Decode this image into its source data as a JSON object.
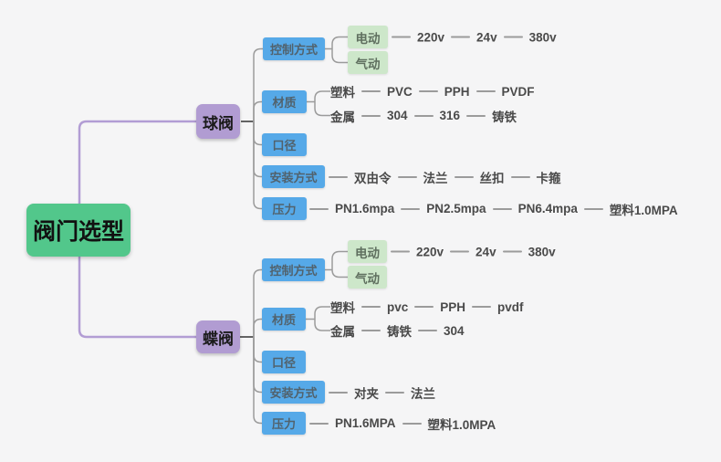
{
  "title": "阀门选型",
  "colors": {
    "background": "#f5f5f6",
    "root_green": "#52c78b",
    "branch_purple": "#b19cd2",
    "category_blue": "#56a9e8",
    "option_light_green": "#cde7ca",
    "connector_gray": "#9b9b9b",
    "connector_purple": "#b29dd4"
  },
  "root": {
    "label": "阀门选型"
  },
  "branches": [
    {
      "label": "球阀",
      "children": [
        {
          "label": "控制方式",
          "children": [
            {
              "label": "电动",
              "chain": [
                "220v",
                "24v",
                "380v"
              ]
            },
            {
              "label": "气动",
              "chain": []
            }
          ]
        },
        {
          "label": "材质",
          "children": [
            {
              "label": "塑料",
              "chain": [
                "PVC",
                "PPH",
                "PVDF"
              ]
            },
            {
              "label": "金属",
              "chain": [
                "304",
                "316",
                "铸铁"
              ]
            }
          ]
        },
        {
          "label": "口径"
        },
        {
          "label": "安装方式",
          "chain": [
            "双由令",
            "法兰",
            "丝扣",
            "卡箍"
          ]
        },
        {
          "label": "压力",
          "chain": [
            "PN1.6mpa",
            "PN2.5mpa",
            "PN6.4mpa",
            "塑料1.0MPA"
          ]
        }
      ]
    },
    {
      "label": "蝶阀",
      "children": [
        {
          "label": "控制方式",
          "children": [
            {
              "label": "电动",
              "chain": [
                "220v",
                "24v",
                "380v"
              ]
            },
            {
              "label": "气动",
              "chain": []
            }
          ]
        },
        {
          "label": "材质",
          "children": [
            {
              "label": "塑料",
              "chain": [
                "pvc",
                "PPH",
                "pvdf"
              ]
            },
            {
              "label": "金属",
              "chain": [
                "铸铁",
                "304"
              ]
            }
          ]
        },
        {
          "label": "口径"
        },
        {
          "label": "安装方式",
          "chain": [
            "对夹",
            "法兰"
          ]
        },
        {
          "label": "压力",
          "chain": [
            "PN1.6MPA",
            "塑料1.0MPA"
          ]
        }
      ]
    }
  ]
}
